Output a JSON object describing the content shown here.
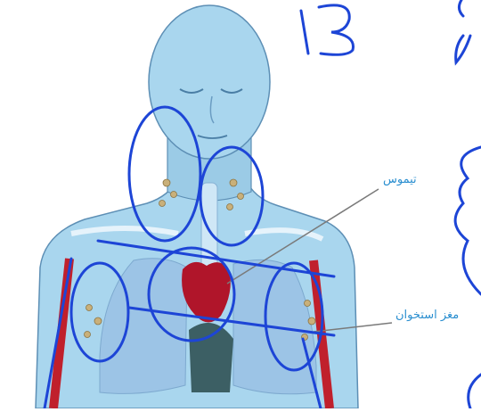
{
  "labels": {
    "thymus": "تیموس",
    "bone_marrow": "مغز استخوان"
  },
  "handwriting": {
    "top_mark": "13"
  },
  "colors": {
    "skin": "#a9d6ee",
    "skin_shadow": "#7fbbe0",
    "outline": "#5d8fb5",
    "lung": "#9cc4e6",
    "thymus": "#b0152a",
    "artery": "#c0202c",
    "lymph_node": "#c9b07a",
    "ink": "#1d45d6",
    "label_blue": "#2b8fd0",
    "pointer": "#7a7a7a"
  }
}
